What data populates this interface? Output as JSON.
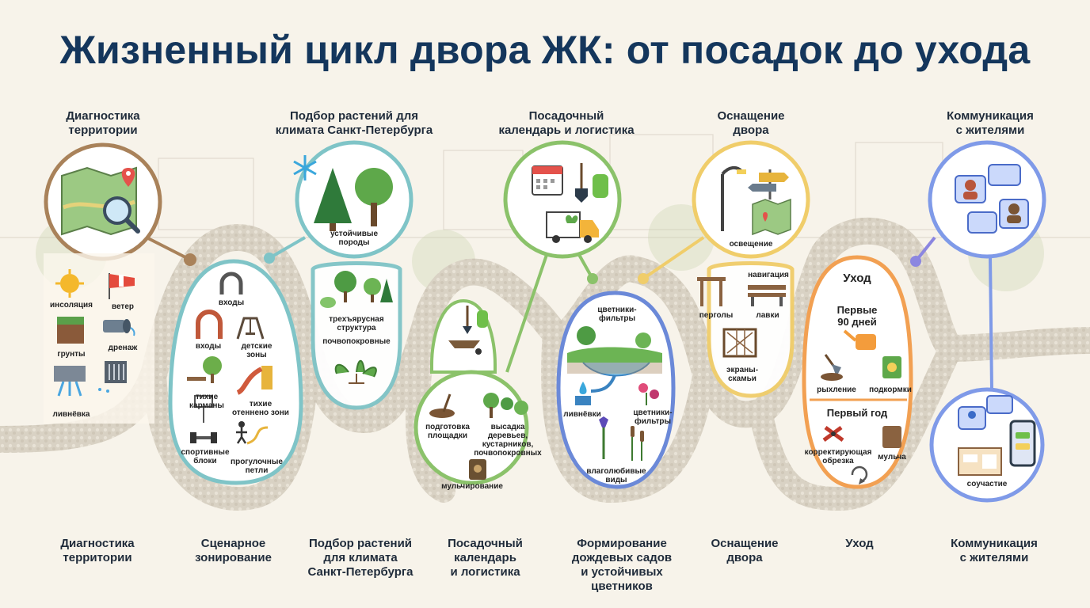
{
  "title": "Жизненный цикл двора ЖК: от посадок до ухода",
  "colors": {
    "brown": "#a9825a",
    "teal": "#7fc4c7",
    "green": "#8bc26a",
    "blue": "#6b89d8",
    "yellow": "#f0cd6a",
    "orange": "#f2a052",
    "purple": "#8b86e0",
    "title": "#14365c"
  },
  "top_stages": [
    {
      "id": "diag",
      "title": "Диагностика\nтерритории"
    },
    {
      "id": "plants",
      "title": "Подбор растений для\nклимата Санкт-Петербурга"
    },
    {
      "id": "calendar",
      "title": "Посадочный\nкалендарь и логистика"
    },
    {
      "id": "equip",
      "title": "Оснащение\nдвора"
    },
    {
      "id": "comm",
      "title": "Коммуникация\nс жителями"
    }
  ],
  "bottom_stages": [
    {
      "id": "diag",
      "title": "Диагностика\nтерритории"
    },
    {
      "id": "zoning",
      "title": "Сценарное\nзонирование"
    },
    {
      "id": "plants",
      "title": "Подбор растений\nдля климата\nСанкт-Петербурга"
    },
    {
      "id": "calendar",
      "title": "Посадочный\nкалендарь\nи логистика"
    },
    {
      "id": "rain",
      "title": "Формирование\nдождевых садов\nи устойчивых\nцветников"
    },
    {
      "id": "equip",
      "title": "Оснащение\nдвора"
    },
    {
      "id": "care",
      "title": "Уход"
    },
    {
      "id": "comm",
      "title": "Коммуникация\nс жителями"
    }
  ],
  "labels": {
    "diag_insolation": "инсоляция",
    "diag_wind": "ветер",
    "diag_soil": "грунты",
    "diag_drainage": "дренаж",
    "diag_stormwater": "ливнёвка",
    "zone_entrances1": "входы",
    "zone_entrances2": "входы",
    "zone_kids": "детские\nзоны",
    "zone_quiet": "тихие\nкарманы",
    "zone_shade": "тихие\nотеннено зони",
    "zone_sport": "спортивные\nблоки",
    "zone_loops": "прогулочные\nпетли",
    "plants_resistant": "устойчивые\nпороды",
    "plants_tier": "трехъярусная\nструктура",
    "plants_groundcover": "почвопокровные",
    "cal_prep": "подготовка\nплощадки",
    "cal_trees": "высадка деревьев,\nкустарников,\nпочвопокровных",
    "cal_mulch": "мульчирование",
    "rain_filters1": "цветники-\nфильтры",
    "rain_stormwater": "ливнёвки",
    "rain_filters2": "цветники-\nфильтры",
    "rain_moisture": "влаголюбивые\nвиды",
    "equip_lighting": "освещение",
    "equip_pergolas": "перголы",
    "equip_navigation": "навигация",
    "equip_benches": "лавки",
    "equip_screens": "экраны-\nскамьи",
    "care_title": "Уход",
    "care_first90": "Первые\n90 дней",
    "care_loosening": "рыхление",
    "care_feeding": "подкормки",
    "care_firstyear": "Первый год",
    "care_pruning": "корректирующая\nобрезка",
    "care_mulch": "мульча",
    "comm_participation": "соучастие"
  }
}
